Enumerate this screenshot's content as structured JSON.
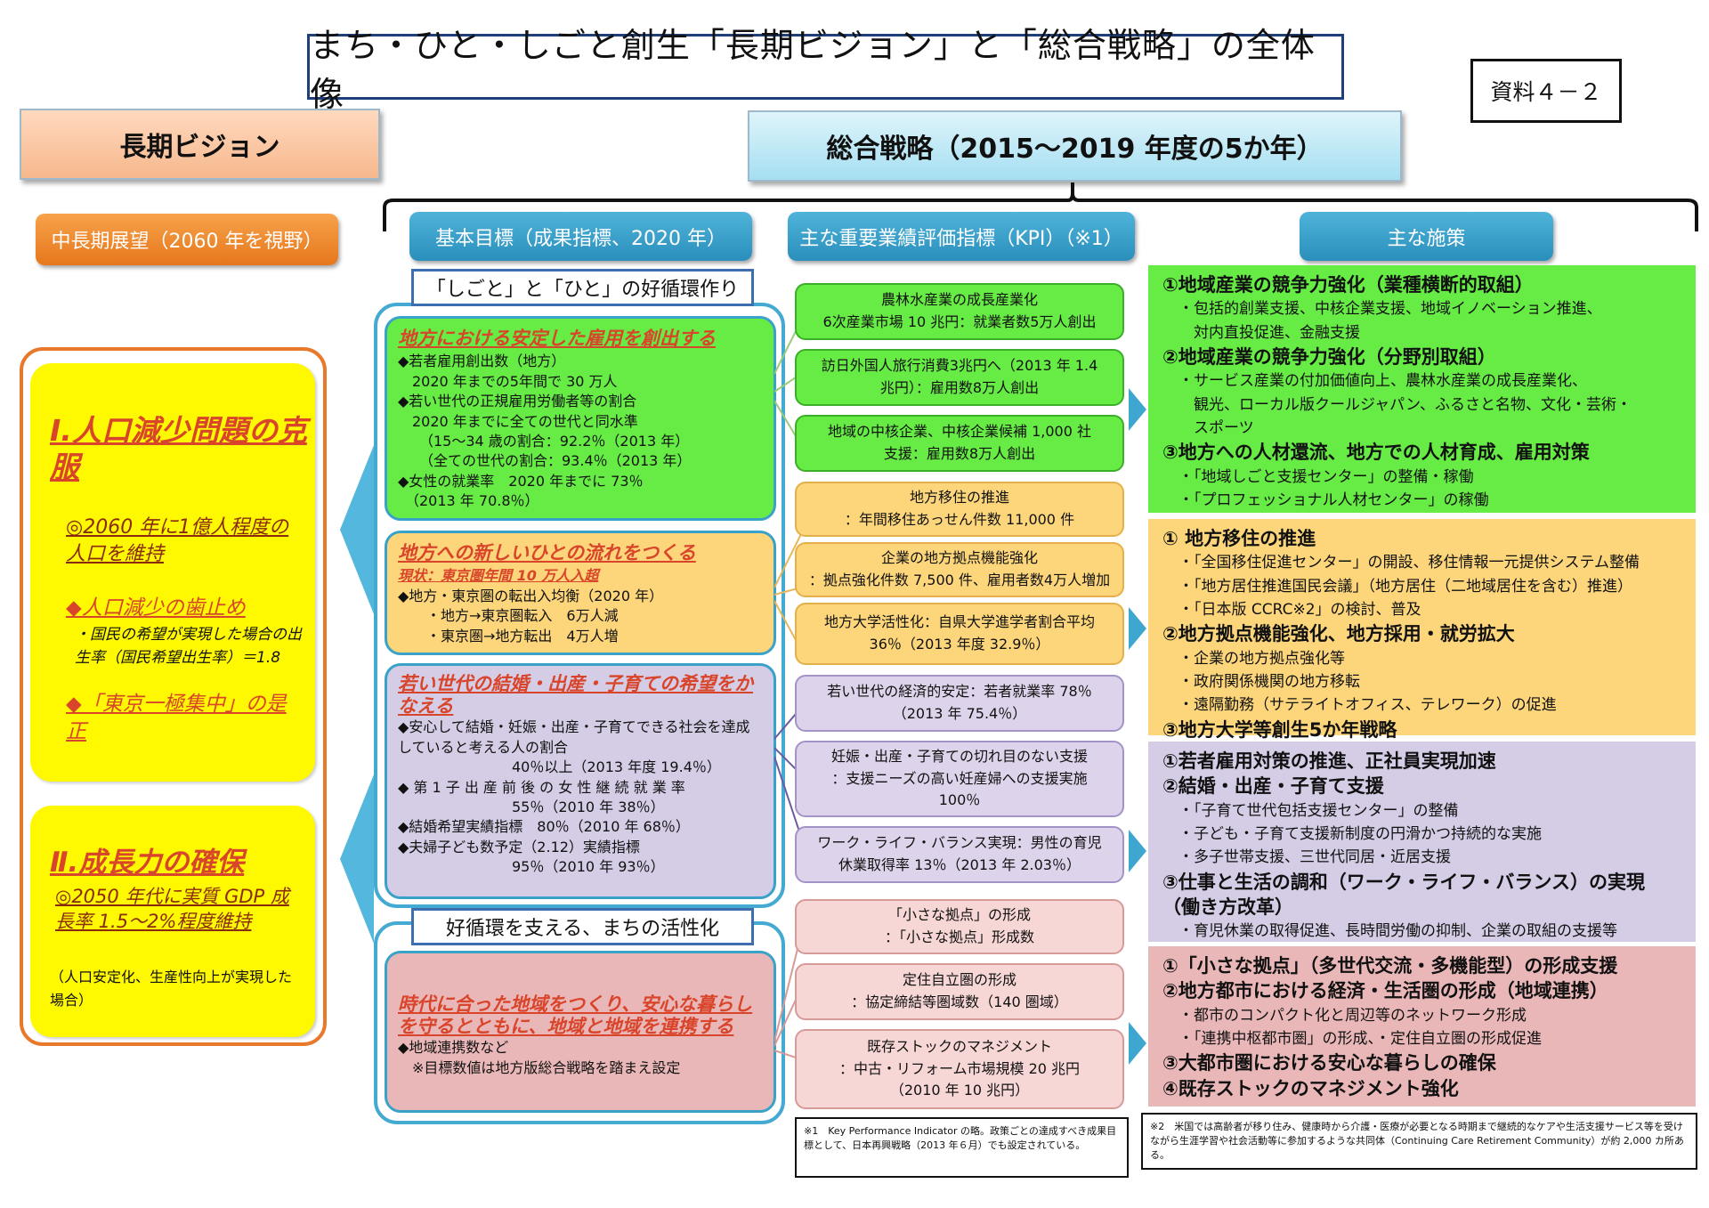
{
  "title": "まち・ひと・しごと創生「長期ビジョン」と「総合戦略」の全体像",
  "doc_label": "資料４－２",
  "vision": {
    "header": "長期ビジョン",
    "outlook": "中長期展望（2060 年を視野）",
    "box1": {
      "title": "Ⅰ.人口減少問題の克服",
      "goal": "◎2060 年に1億人程度の人口を維持",
      "sub1": "◆人口減少の歯止め",
      "sub1_note": "・国民の希望が実現した場合の出生率（国民希望出生率）＝1.8",
      "sub2": "◆「東京一極集中」の是正"
    },
    "box2": {
      "title": "Ⅱ.成長力の確保",
      "goal": "◎2050 年代に実質 GDP 成長率 1.5～2%程度維持",
      "note": "（人口安定化、生産性向上が実現した場合）"
    }
  },
  "strategy": {
    "header": "総合戦略（2015～2019 年度の5か年）",
    "goals_pill": "基本目標（成果指標、2020 年）",
    "kpi_pill": "主な重要業績評価指標（KPI）（※1）",
    "policy_pill": "主な施策",
    "cycle_label": "「しごと」と「ひと」の好循環作り",
    "town_label": "好循環を支える、まちの活性化"
  },
  "goals": [
    {
      "title": "地方における安定した雇用を創出する",
      "lines": [
        "◆若者雇用創出数（地方）",
        "　2020 年までの5年間で 30 万人",
        "◆若い世代の正規雇用労働者等の割合",
        "　2020 年までに全ての世代と同水準",
        "　　（15～34 歳の割合：92.2％（2013 年）",
        "　　（全ての世代の割合：93.4％（2013 年）",
        "◆女性の就業率　2020 年までに 73％",
        "　（2013 年 70.8％）"
      ]
    },
    {
      "title": "地方への新しいひとの流れをつくる",
      "subtitle": "現状：東京圏年間 10 万人入超",
      "lines": [
        "◆地方・東京圏の転出入均衡（2020 年）",
        "　　・地方→東京圏転入　6万人減",
        "　　・東京圏→地方転出　4万人増"
      ]
    },
    {
      "title": "若い世代の結婚・出産・子育ての希望をかなえる",
      "lines": [
        "◆安心して結婚・妊娠・出産・子育てできる社会を達成していると考える人の割合",
        "　　　　　　　　40％以上（2013 年度 19.4％）",
        "◆ 第 1 子 出 産 前 後 の 女 性 継 続 就 業 率",
        "　　　　　　　　55％（2010 年 38％）",
        "◆結婚希望実績指標　80％（2010 年 68％）",
        "◆夫婦子ども数予定（2.12）実績指標",
        "　　　　　　　　95％（2010 年 93％）"
      ]
    },
    {
      "title": "時代に合った地域をつくり、安心な暮らしを守るとともに、地域と地域を連携する",
      "lines": [
        "◆地域連携数など",
        "　※目標数値は地方版総合戦略を踏まえ設定"
      ]
    }
  ],
  "kpis": [
    {
      "l1": "農林水産業の成長産業化",
      "l2": "6次産業市場 10 兆円：就業者数5万人創出"
    },
    {
      "l1": "訪日外国人旅行消費3兆円へ（2013 年 1.4",
      "l2": "兆円）：雇用数8万人創出"
    },
    {
      "l1": "地域の中核企業、中核企業候補 1,000 社",
      "l2": "支援：雇用数8万人創出"
    },
    {
      "l1": "地方移住の推進",
      "l2": "：年間移住あっせん件数 11,000 件"
    },
    {
      "l1": "企業の地方拠点機能強化",
      "l2": "：拠点強化件数 7,500 件、雇用者数4万人増加"
    },
    {
      "l1": "地方大学活性化：自県大学進学者割合平均",
      "l2": "36％（2013 年度 32.9％）"
    },
    {
      "l1": "若い世代の経済的安定：若者就業率 78％",
      "l2": "（2013 年 75.4％）"
    },
    {
      "l1": "妊娠・出産・子育ての切れ目のない支援",
      "l2": "：支援ニーズの高い妊産婦への支援実施",
      "l3": "100％"
    },
    {
      "l1": "ワーク・ライフ・バランス実現：男性の育児",
      "l2": "休業取得率 13％（2013 年 2.03％）"
    },
    {
      "l1": "「小さな拠点」の形成",
      "l2": "：「小さな拠点」形成数"
    },
    {
      "l1": "定住自立圏の形成",
      "l2": "：協定締結等圏域数（140 圏域）"
    },
    {
      "l1": "既存ストックのマネジメント",
      "l2": "：中古・リフォーム市場規模 20 兆円",
      "l3": "（2010 年 10 兆円）"
    }
  ],
  "policies": {
    "green": [
      {
        "h": "①地域産業の競争力強化（業種横断的取組）",
        "items": [
          "・包括的創業支援、中核企業支援、地域イノベーション推進、",
          "　対内直投促進、金融支援"
        ]
      },
      {
        "h": "②地域産業の競争力強化（分野別取組）",
        "items": [
          "・サービス産業の付加価値向上、農林水産業の成長産業化、",
          "　観光、ローカル版クールジャパン、ふるさと名物、文化・芸術・",
          "　スポーツ"
        ]
      },
      {
        "h": "③地方への人材還流、地方での人材育成、雇用対策",
        "items": [
          "・「地域しごと支援センター」の整備・稼働",
          "・「プロフェッショナル人材センター」の稼働"
        ]
      }
    ],
    "orange": [
      {
        "h": "① 地方移住の推進",
        "items": [
          "・「全国移住促進センター」の開設、移住情報一元提供システム整備",
          "・「地方居住推進国民会議」（地方居住（二地域居住を含む）推進）",
          "・「日本版 CCRC※2」の検討、普及"
        ]
      },
      {
        "h": "②地方拠点機能強化、地方採用・就労拡大",
        "items": [
          "・企業の地方拠点強化等",
          "・政府関係機関の地方移転",
          "・遠隔勤務（サテライトオフィス、テレワーク）の促進"
        ]
      },
      {
        "h": "③地方大学等創生5か年戦略",
        "items": []
      }
    ],
    "purple": [
      {
        "h": "①若者雇用対策の推進、正社員実現加速",
        "items": []
      },
      {
        "h": "②結婚・出産・子育て支援",
        "items": [
          "・「子育て世代包括支援センター」の整備",
          "・子ども・子育て支援新制度の円滑かつ持続的な実施",
          "・多子世帯支援、三世代同居・近居支援"
        ]
      },
      {
        "h": "③仕事と生活の調和（ワーク・ライフ・バランス）の実現（働き方改革）",
        "items": [
          "・育児休業の取得促進、長時間労働の抑制、企業の取組の支援等"
        ]
      }
    ],
    "pink": [
      {
        "h": "①「小さな拠点」（多世代交流・多機能型）の形成支援",
        "items": []
      },
      {
        "h": "②地方都市における経済・生活圏の形成（地域連携）",
        "items": [
          "・都市のコンパクト化と周辺等のネットワーク形成",
          "・「連携中枢都市圏」の形成、・定住自立圏の形成促進"
        ]
      },
      {
        "h": "③大都市圏における安心な暮らしの確保",
        "items": []
      },
      {
        "h": "④既存ストックのマネジメント強化",
        "items": []
      }
    ]
  },
  "notes": {
    "note1": "※1　Key Performance Indicator の略。政策ごとの達成すべき成果目標として、日本再興戦略（2013 年６月）でも設定されている。",
    "note2": "※2　米国では高齢者が移り住み、健康時から介護・医療が必要となる時期まで継続的なケアや生活支援サービス等を受けながら生涯学習や社会活動等に参加するような共同体（Continuing Care Retirement Community）が約 2,000 カ所ある。"
  },
  "colors": {
    "green": "#66ec45",
    "orange": "#fdd67b",
    "purple": "#d5cce5",
    "pink": "#eab7b8",
    "yellow": "#fef900",
    "accent_blue": "#3aa2c8",
    "title_red": "#d8452a"
  }
}
